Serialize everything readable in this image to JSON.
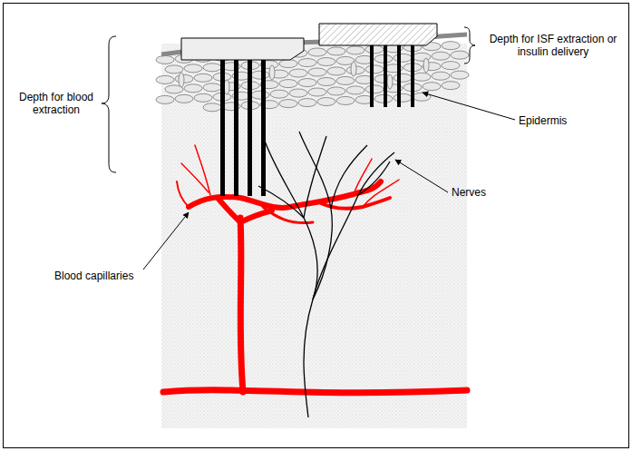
{
  "diagram": {
    "labels": [
      "Depth for blood extraction",
      "Depth for ISF extraction or insulin delivery",
      "Epidermis",
      "Nerves",
      "Blood capillaries"
    ]
  }
}
